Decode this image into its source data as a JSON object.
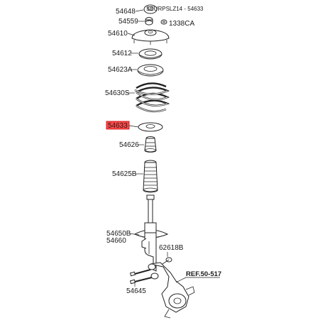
{
  "header_caption": "SEURPSLZ14 - 54633",
  "labels": {
    "p54648": "54648",
    "p54559": "54559",
    "p1338CA": "1338CA",
    "p54610": "54610",
    "p54612": "54612",
    "p54623A": "54623A",
    "p54630S": "54630S",
    "p54633": "54633",
    "p54626": "54626",
    "p54625B": "54625B",
    "p54650B": "54650B",
    "p54660": "54660",
    "p62618B": "62618B",
    "p54645": "54645",
    "ref": "REF.50-517"
  },
  "colors": {
    "highlight_fill": "#ff4a4a",
    "highlight_border": "#c00000",
    "ink": "#222222"
  }
}
